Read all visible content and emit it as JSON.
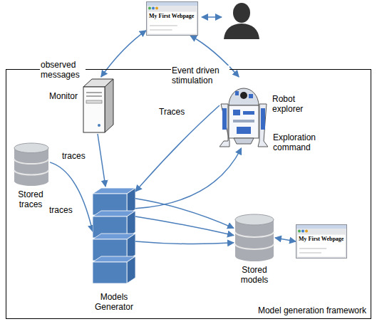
{
  "diagram": {
    "nodes": [
      {
        "text": [
          "My First Webpage"
        ]
      },
      {
        "text": [
          "Model generation framework"
        ]
      },
      {
        "text": [
          "Monitor"
        ],
        "in": 1
      },
      {
        "text": [
          "Robot explorer"
        ],
        "in": 1
      },
      {
        "text": [
          "Stored traces"
        ],
        "in": 1
      },
      {
        "text": [
          "Models Generator"
        ],
        "in": 1
      },
      {
        "text": [
          "Stored models"
        ],
        "in": 1
      },
      {
        "text": [
          "My First Webpage"
        ],
        "in": 1
      }
    ],
    "edges": [
      {
        "from": 0,
        "to": 2,
        "arrow": "both",
        "label": "observed messages"
      },
      {
        "from": 0,
        "to": 3,
        "arrow": "both",
        "label": "Event driven stimulation"
      },
      {
        "from": 3,
        "to": 5,
        "arrow": "to",
        "label": "Traces"
      },
      {
        "from": 5,
        "to": 3,
        "arrow": "to",
        "label": "Exploration command"
      },
      {
        "from": 2,
        "to": 5,
        "arrow": "to",
        "label": "traces"
      },
      {
        "from": 4,
        "to": 5,
        "arrow": "to",
        "label": "traces"
      },
      {
        "from": 5,
        "to": 6,
        "arrow": "to"
      },
      {
        "from": 5,
        "to": 6,
        "arrow": "to"
      },
      {
        "from": 5,
        "to": 6,
        "arrow": "to"
      },
      {
        "from": 6,
        "to": 7,
        "arrow": "both"
      }
    ]
  }
}
